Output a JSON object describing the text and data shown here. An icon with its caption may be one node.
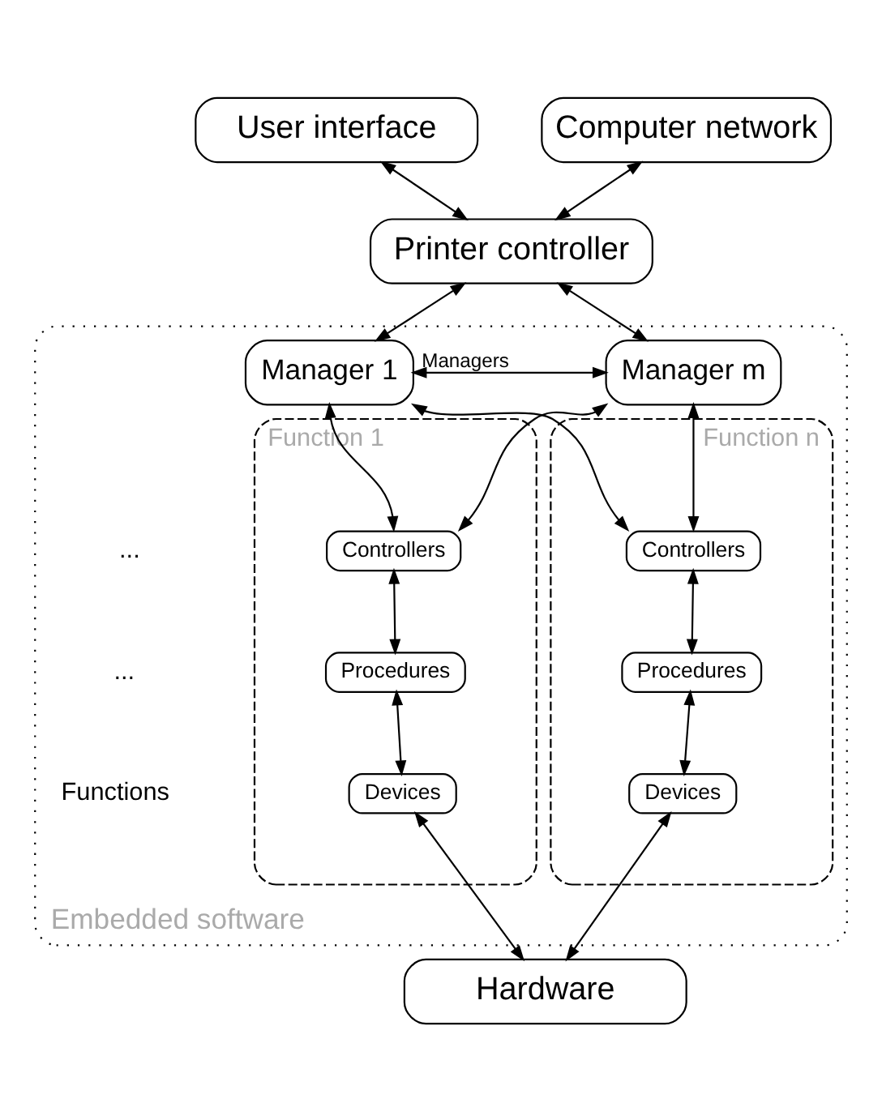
{
  "diagram": {
    "nodes": [
      {
        "text": [
          "User interface"
        ]
      },
      {
        "text": [
          "Computer network"
        ]
      },
      {
        "text": [
          "Printer controller"
        ]
      },
      {
        "text": [
          "Embedded software"
        ]
      },
      {
        "text": [
          "Manager 1"
        ],
        "in": 3
      },
      {
        "text": [
          "Manager m"
        ],
        "in": 3
      },
      {
        "text": [
          "Function 1"
        ],
        "in": 3
      },
      {
        "text": [
          "Controllers"
        ],
        "in": 6
      },
      {
        "text": [
          "Procedures"
        ],
        "in": 6
      },
      {
        "text": [
          "Devices"
        ],
        "in": 6
      },
      {
        "text": [
          "Function n"
        ],
        "in": 3
      },
      {
        "text": [
          "Controllers"
        ],
        "in": 10
      },
      {
        "text": [
          "Procedures"
        ],
        "in": 10
      },
      {
        "text": [
          "Devices"
        ],
        "in": 10
      },
      {
        "text": [
          "Hardware"
        ]
      }
    ],
    "edges": [
      {
        "from": 0,
        "to": 2,
        "arrow": "both"
      },
      {
        "from": 1,
        "to": 2,
        "arrow": "both"
      },
      {
        "from": 2,
        "to": 4,
        "arrow": "both"
      },
      {
        "from": 2,
        "to": 5,
        "arrow": "both"
      },
      {
        "from": 4,
        "to": 5,
        "arrow": "both",
        "label": "Managers"
      },
      {
        "from": 4,
        "to": 7,
        "arrow": "both"
      },
      {
        "from": 4,
        "to": 11,
        "arrow": "both"
      },
      {
        "from": 5,
        "to": 7,
        "arrow": "both"
      },
      {
        "from": 5,
        "to": 11,
        "arrow": "both"
      },
      {
        "from": 7,
        "to": 8,
        "arrow": "both"
      },
      {
        "from": 8,
        "to": 9,
        "arrow": "both"
      },
      {
        "from": 11,
        "to": 12,
        "arrow": "both"
      },
      {
        "from": 12,
        "to": 13,
        "arrow": "both"
      },
      {
        "from": 9,
        "to": 14,
        "arrow": "both"
      },
      {
        "from": 13,
        "to": 14,
        "arrow": "both"
      }
    ],
    "labels": [
      "...",
      "...",
      "Functions"
    ]
  }
}
